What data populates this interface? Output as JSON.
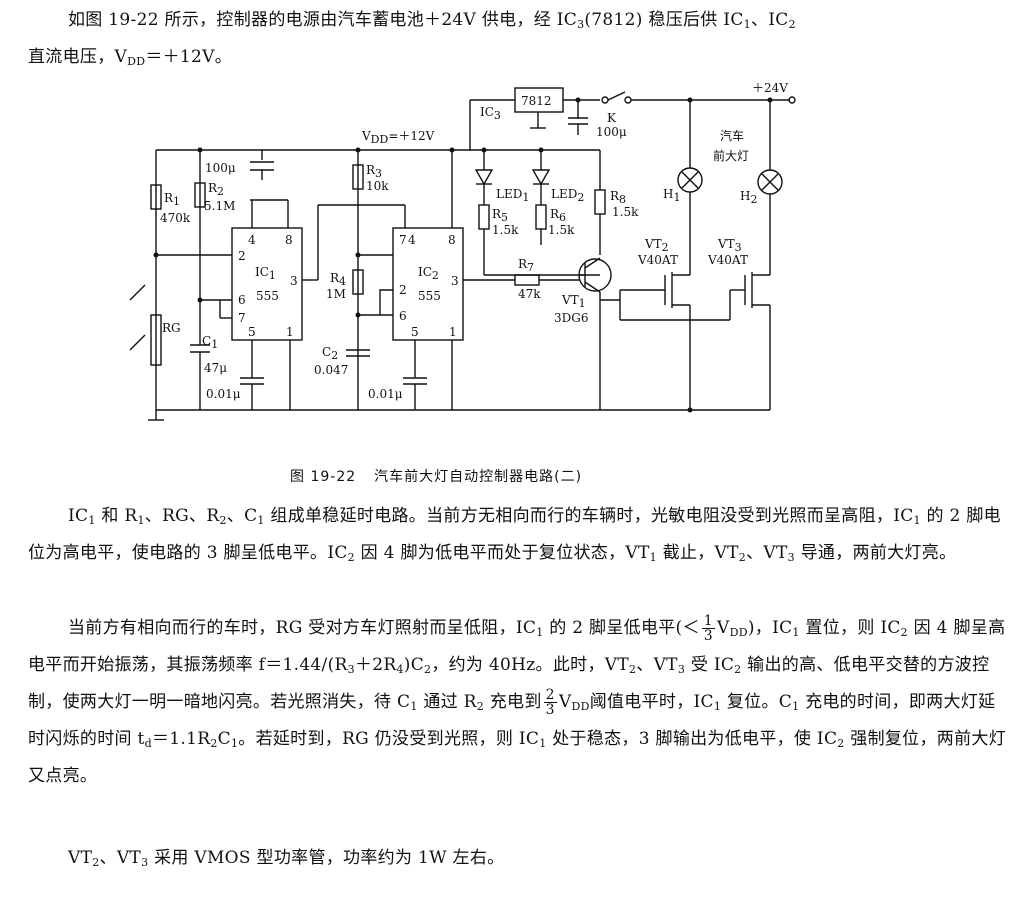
{
  "intro": {
    "t1": "如图 19-22 所示，控制器的电源由汽车蓄电池＋24V 供电，经 IC",
    "t2": "3",
    "t3": "(7812) 稳压后供 IC",
    "t4": "1",
    "t5": "、IC",
    "t6": "2",
    "t7": "直流电压，V",
    "t8": "DD",
    "t9": "＝＋12V。"
  },
  "figure": {
    "caption_number": "图 19-22",
    "caption_title": "汽车前大灯自动控制器电路(二)",
    "labels": {
      "vdd": "V",
      "vdd_sub": "DD",
      "vdd_val": "=＋12V",
      "plus24": "＋24V",
      "reg": "7812",
      "ic3": "IC",
      "ic3_sub": "3",
      "k": "K",
      "cap_top": "100μ",
      "cap_left": "100μ",
      "headlight": "汽车",
      "headlight2": "前大灯",
      "h1": "H",
      "h1_sub": "1",
      "h2": "H",
      "h2_sub": "2",
      "r1": "R",
      "r1_sub": "1",
      "r1_val": "470k",
      "r2": "R",
      "r2_sub": "2",
      "r2_val": "5.1M",
      "r3": "R",
      "r3_sub": "3",
      "r3_val": "10k",
      "r4": "R",
      "r4_sub": "4",
      "r4_val": "1M",
      "r5": "R",
      "r5_sub": "5",
      "r5_val": "1.5k",
      "r6": "R",
      "r6_sub": "6",
      "r6_val": "1.5k",
      "r7": "R",
      "r7_sub": "7",
      "r7_val": "47k",
      "r8": "R",
      "r8_sub": "8",
      "r8_val": "1.5k",
      "rg": "RG",
      "c1": "C",
      "c1_sub": "1",
      "c1_val": "47μ",
      "c2": "C",
      "c2_sub": "2",
      "c2_val": "0.047",
      "c_ic1": "0.01μ",
      "c_ic2": "0.01μ",
      "led1": "LED",
      "led1_sub": "1",
      "led2": "LED",
      "led2_sub": "2",
      "ic1": "IC",
      "ic1_sub": "1",
      "ic2": "IC",
      "ic2_sub": "2",
      "chip": "555",
      "vt1": "VT",
      "vt1_sub": "1",
      "vt1_type": "3DG6",
      "vt2": "VT",
      "vt2_sub": "2",
      "vt2_type": "V40AT",
      "vt3": "VT",
      "vt3_sub": "3",
      "vt3_type": "V40AT",
      "pin1": "1",
      "pin2": "2",
      "pin3": "3",
      "pin4": "4",
      "pin5": "5",
      "pin6": "6",
      "pin7": "7",
      "pin8": "8"
    }
  },
  "p1": {
    "a": "IC",
    "a_sub": "1",
    "b": " 和 R",
    "b_sub": "1",
    "c": "、RG、R",
    "c_sub": "2",
    "d": "、C",
    "d_sub": "1",
    "e": " 组成单稳延时电路。当前方无相向而行的车辆时，光敏电阻没受到光照而呈高阻，IC",
    "e_sub": "1",
    "f": " 的 2 脚电位为高电平，使电路的 3 脚呈低电平。IC",
    "f_sub": "2",
    "g": " 因 4 脚为低电平而处于复位状态，VT",
    "g_sub": "1",
    "h": " 截止，VT",
    "h_sub": "2",
    "i": "、VT",
    "i_sub": "3",
    "j": " 导通，两前大灯亮。"
  },
  "p2": {
    "a": "当前方有相向而行的车时，RG 受对方车灯照射而呈低阻，IC",
    "a_sub": "1",
    "b": " 的 2 脚呈低电平(＜",
    "frac_num": "1",
    "frac_den": "3",
    "c": "V",
    "c_sub": "DD",
    "d": ")，IC",
    "d_sub": "1",
    "e": " 置位，则 IC",
    "e_sub": "2",
    "f": " 因 4 脚呈高电平而开始振荡，其振荡频率 f＝1.44/(R",
    "f_sub": "3",
    "g": "＋2R",
    "g_sub": "4",
    "h": ")C",
    "h_sub": "2",
    "i": "，约为 40Hz。此时，VT",
    "i_sub": "2",
    "j": "、VT",
    "j_sub": "3",
    "k": " 受 IC",
    "k_sub": "2",
    "l": " 输出的高、低电平交替的方波控制，使两大灯一明一暗地闪亮。若光照消失，待 C",
    "l_sub": "1",
    "m": " 通过 R",
    "m_sub": "2",
    "n": " 充电到",
    "frac2_num": "2",
    "frac2_den": "3",
    "o": "V",
    "o_sub": "DD",
    "p": "阈值电平时，IC",
    "p_sub": "1",
    "q": " 复位。C",
    "q_sub": "1",
    "r": " 充电的时间，即两大灯延时闪烁的时间 t",
    "r_sub": "d",
    "s": "＝1.1R",
    "s_sub": "2",
    "t": "C",
    "t_sub": "1",
    "u": "。若延时到，RG 仍没受到光照，则 IC",
    "u_sub": "1",
    "v": " 处于稳态，3 脚输出为低电平，使 IC",
    "v_sub": "2",
    "w": " 强制复位，两前大灯又点亮。"
  },
  "p3": {
    "a": "VT",
    "a_sub": "2",
    "b": "、VT",
    "b_sub": "3",
    "c": " 采用 VMOS 型功率管，功率约为 1W 左右。"
  }
}
